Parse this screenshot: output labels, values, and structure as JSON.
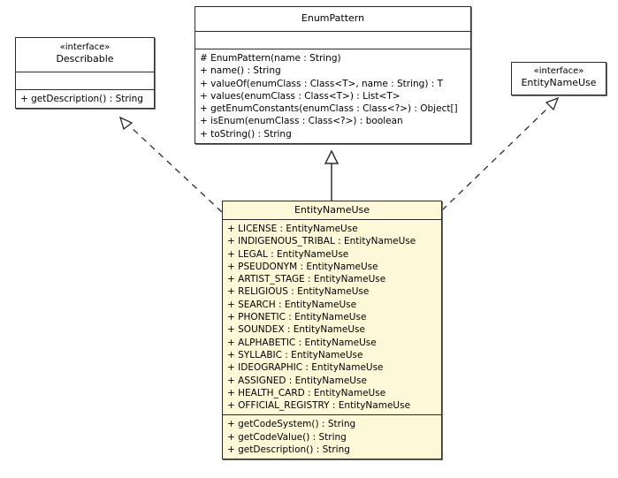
{
  "diagram": {
    "kind": "uml-class-diagram",
    "background_color": "#ffffff",
    "class_fill_color": "#fdf9d8",
    "interface_fill_color": "#ffffff",
    "border_color": "#2b2b2b",
    "text_color": "#000000"
  },
  "nodes": {
    "describable": {
      "stereotype": "«interface»",
      "name": "Describable",
      "attributes": [],
      "operations": [
        "+ getDescription() : String"
      ]
    },
    "enum_pattern": {
      "stereotype": "",
      "name": "EnumPattern",
      "attributes": [],
      "operations": [
        "# EnumPattern(name : String)",
        "+ name() : String",
        "+ valueOf(enumClass : Class<T>, name : String) : T",
        "+ values(enumClass : Class<T>) : List<T>",
        "+ getEnumConstants(enumClass : Class<?>) : Object[]",
        "+ isEnum(enumClass : Class<?>) : boolean",
        "+ toString() : String"
      ]
    },
    "entity_name_use_interface": {
      "stereotype": "«interface»",
      "name": "EntityNameUse"
    },
    "entity_name_use_class": {
      "stereotype": "",
      "name": "EntityNameUse",
      "attributes": [
        "+ LICENSE : EntityNameUse",
        "+ INDIGENOUS_TRIBAL : EntityNameUse",
        "+ LEGAL : EntityNameUse",
        "+ PSEUDONYM : EntityNameUse",
        "+ ARTIST_STAGE : EntityNameUse",
        "+ RELIGIOUS : EntityNameUse",
        "+ SEARCH : EntityNameUse",
        "+ PHONETIC : EntityNameUse",
        "+ SOUNDEX : EntityNameUse",
        "+ ALPHABETIC : EntityNameUse",
        "+ SYLLABIC : EntityNameUse",
        "+ IDEOGRAPHIC : EntityNameUse",
        "+ ASSIGNED : EntityNameUse",
        "+ HEALTH_CARD : EntityNameUse",
        "+ OFFICIAL_REGISTRY : EntityNameUse"
      ],
      "operations": [
        "+ getCodeSystem() : String",
        "+ getCodeValue() : String",
        "+ getDescription() : String"
      ]
    }
  },
  "relationships": [
    {
      "id": "generalization",
      "type": "generalization",
      "line": "solid",
      "arrowhead": "hollow-triangle",
      "from": "entity_name_use_class",
      "to": "enum_pattern"
    },
    {
      "id": "realization-describable",
      "type": "realization",
      "line": "dashed",
      "arrowhead": "hollow-triangle",
      "from": "entity_name_use_class",
      "to": "describable"
    },
    {
      "id": "realization-entitynameuse",
      "type": "realization",
      "line": "dashed",
      "arrowhead": "hollow-triangle",
      "from": "entity_name_use_class",
      "to": "entity_name_use_interface"
    }
  ]
}
